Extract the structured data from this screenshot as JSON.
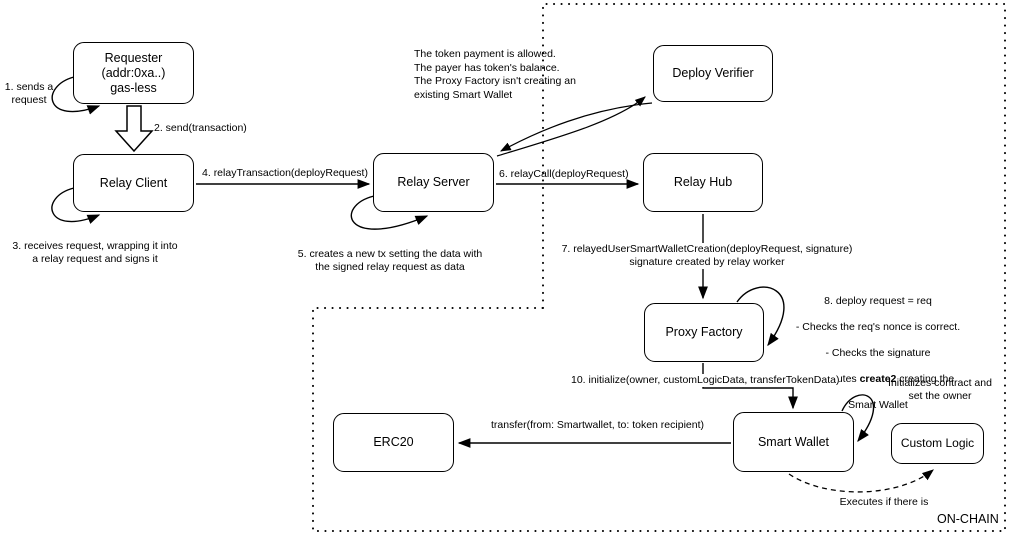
{
  "diagram": {
    "nodes": {
      "requester": "Requester\n(addr:0xa..)\ngas-less",
      "relay_client": "Relay Client",
      "relay_server": "Relay Server",
      "deploy_verifier": "Deploy Verifier",
      "relay_hub": "Relay Hub",
      "proxy_factory": "Proxy Factory",
      "smart_wallet": "Smart Wallet",
      "custom_logic": "Custom Logic",
      "erc20": "ERC20"
    },
    "labels": {
      "step1": "1. sends a\nrequest",
      "step2": "2. send(transaction)",
      "step3": "3. receives request, wrapping it into\na relay request and signs it",
      "step4": "4. relayTransaction(deployRequest)",
      "step5": "5. creates a new tx setting the data with\nthe signed relay request as data",
      "step6": "6. relayCall(deployRequest)",
      "step7": "7. relayedUserSmartWalletCreation(deployRequest, signature)\nsignature created by relay worker",
      "verifier_note": "The token payment is allowed.\nThe payer has token's balance.\nThe Proxy Factory isn't creating an\nexisting Smart Wallet",
      "step8_line1": "8. deploy request = req",
      "step8_line2": "- Checks the req's nonce is correct.",
      "step8_line3": "- Checks the signature",
      "step9_pre": "9. Executes ",
      "step9_bold": "create2",
      "step9_post": " creating the",
      "step9_line2": "Smart Wallet",
      "step10": "10. initialize(owner, customLogicData, transferTokenData)",
      "init_note": "Initializes contract and\nset the owner",
      "transfer": "transfer(from: Smartwallet, to: token recipient)",
      "executes_note": "Executes if there is",
      "on_chain": "ON-CHAIN"
    },
    "colors": {
      "ink": "#000000",
      "background": "#ffffff"
    }
  }
}
